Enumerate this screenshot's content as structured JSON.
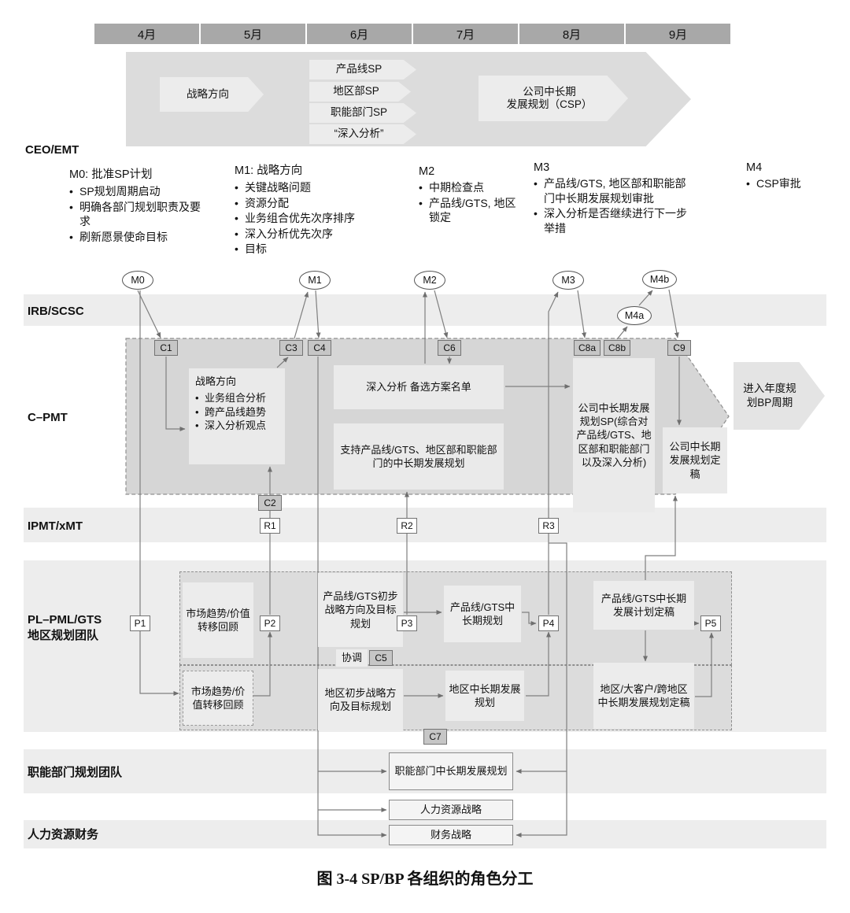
{
  "timeline": {
    "months": [
      "4月",
      "5月",
      "6月",
      "7月",
      "8月",
      "9月"
    ]
  },
  "banner": {
    "strategy": "战略方向",
    "items": [
      "产品线SP",
      "地区部SP",
      "职能部门SP",
      "“深入分析”"
    ],
    "csp_line1": "公司中长期",
    "csp_line2": "发展规划（CSP）"
  },
  "ceo": {
    "label": "CEO/EMT",
    "m0": {
      "title": "M0: 批准SP计划",
      "bullets": [
        "SP规划周期启动",
        "明确各部门规划职责及要求",
        "刷新愿景使命目标"
      ]
    },
    "m1": {
      "title": "M1: 战略方向",
      "bullets": [
        "关键战略问题",
        "资源分配",
        "业务组合优先次序排序",
        "深入分析优先次序",
        "目标"
      ]
    },
    "m2": {
      "title": "M2",
      "bullets": [
        "中期检查点",
        "产品线/GTS, 地区锁定"
      ]
    },
    "m3": {
      "title": "M3",
      "bullets": [
        "产品线/GTS, 地区部和职能部门中长期发展规划审批",
        "深入分析是否继续进行下一步举措"
      ]
    },
    "m4": {
      "title": "M4",
      "bullets": [
        "CSP审批"
      ]
    }
  },
  "rows": {
    "irb": "IRB/SCSC",
    "cpmt": "C–PMT",
    "ipmt": "IPMT/xMT",
    "func": "职能部门规划团队",
    "hr": "人力资源财务"
  },
  "nodes": {
    "m0": "M0",
    "m1": "M1",
    "m2": "M2",
    "m3": "M3",
    "m4a": "M4a",
    "m4b": "M4b",
    "c1": "C1",
    "c2": "C2",
    "c3": "C3",
    "c4": "C4",
    "c5": "C5",
    "c6": "C6",
    "c7": "C7",
    "c8a": "C8a",
    "c8b": "C8b",
    "c9": "C9",
    "r1": "R1",
    "r2": "R2",
    "r3": "R3",
    "p1": "P1",
    "p2": "P2",
    "p3": "P3",
    "p4": "P4",
    "p5": "P5"
  },
  "cpmt": {
    "strategy": {
      "title": "战略方向",
      "bullets": [
        "业务组合分析",
        "跨产品线趋势",
        "深入分析观点"
      ]
    },
    "deep": "深入分析 备选方案名单",
    "support": "支持产品线/GTS、地区部和职能部门的中长期发展规划",
    "csp_sp": "公司中长期发展规划SP(综合对产品线/GTS、地区部和职能部门以及深入分析)",
    "final": "公司中长期发展规划定稿",
    "next": "进入年度规划BP周期"
  },
  "pl": {
    "label1": "PL–PML/GTS",
    "label2": "地区规划团队",
    "market_top": "市场趋势/价值转移回顾",
    "market_bottom": "市场趋势/价值转移回顾",
    "pl_initial": "产品线/GTS初步战略方向及目标规划",
    "region_initial": "地区初步战略方向及目标规划",
    "coordinate": "协调",
    "pl_mid": "产品线/GTS中长期规划",
    "region_mid": "地区中长期发展规划",
    "pl_final": "产品线/GTS中长期发展计划定稿",
    "region_final": "地区/大客户/跨地区中长期发展规划定稿"
  },
  "func_box": "职能部门中长期发展规划",
  "hr_box": "人力资源战略",
  "fin_box": "财务战略",
  "caption": "图 3-4 SP/BP 各组织的角色分工"
}
